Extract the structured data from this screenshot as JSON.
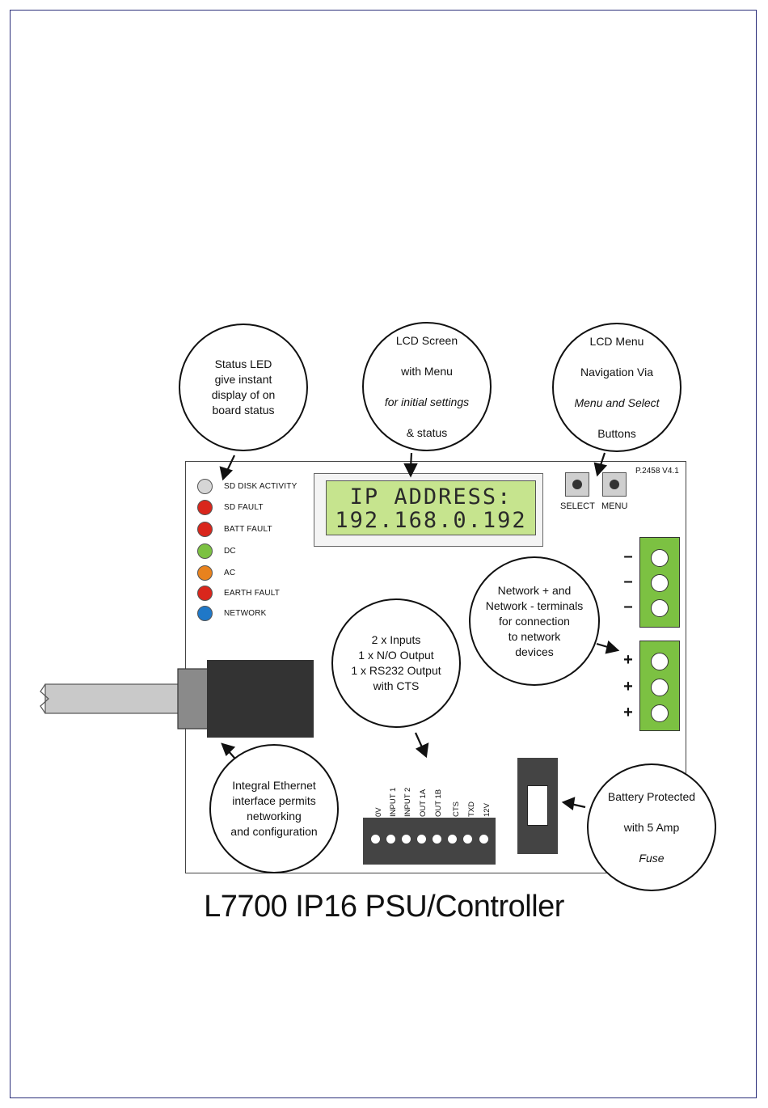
{
  "title": "L7700 IP16 PSU/Controller",
  "board": {
    "part_code": "P.2458 V4.1",
    "leds": [
      {
        "label": "SD DISK ACTIVITY",
        "color": "#d6d6d6"
      },
      {
        "label": "SD FAULT",
        "color": "#d9261c"
      },
      {
        "label": "BATT  FAULT",
        "color": "#d9261c"
      },
      {
        "label": "DC",
        "color": "#7cc142"
      },
      {
        "label": "AC",
        "color": "#e8821e"
      },
      {
        "label": "EARTH FAULT",
        "color": "#d9261c"
      },
      {
        "label": "NETWORK",
        "color": "#1f78c8"
      }
    ],
    "lcd": {
      "line1": "IP  ADDRESS:",
      "line2": "192.168.0.192"
    },
    "buttons": {
      "select": "SELECT",
      "menu": "MENU"
    },
    "terminals": {
      "minus": [
        "–",
        "–",
        "–"
      ],
      "plus": [
        "+",
        "+",
        "+"
      ]
    },
    "header_pins": [
      "0V",
      "INPUT 1",
      "INPUT 2",
      "OUT 1A",
      "OUT 1B",
      "CTS",
      "TXD",
      "12V"
    ]
  },
  "callouts": {
    "status_led": "Status LED\ngive instant\ndisplay of on\nboard status",
    "lcd_screen": {
      "line1": "LCD Screen",
      "line2": "with Menu",
      "line3": "for initial settings",
      "line4": "& status"
    },
    "lcd_menu": {
      "line1": "LCD Menu",
      "line2": "Navigation Via",
      "line3": "Menu and Select",
      "line4": "Buttons"
    },
    "network_terminals": "Network + and\nNetwork - terminals\nfor connection\nto network\ndevices",
    "io": "2 x Inputs\n1 x N/O Output\n1 x RS232 Output\nwith CTS",
    "ethernet": "Integral Ethernet\ninterface permits\nnetworking\nand configuration",
    "fuse": {
      "line1": "Battery Protected",
      "line2": "with 5 Amp",
      "line3": "Fuse"
    }
  }
}
